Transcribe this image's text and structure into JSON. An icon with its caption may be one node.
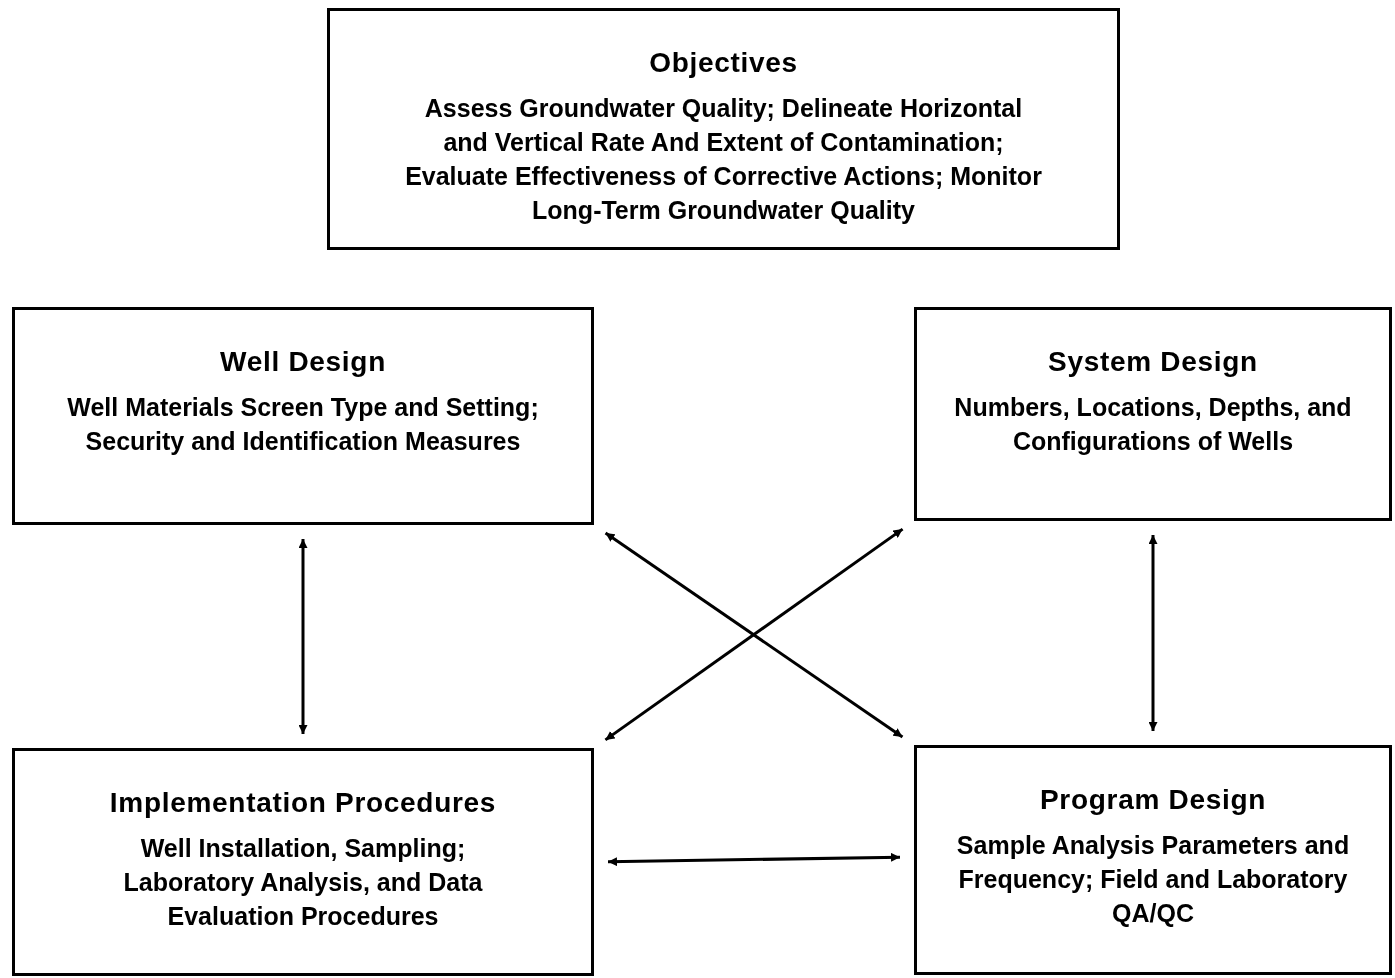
{
  "diagram": {
    "nodes": [
      {
        "text": [
          "Objectives",
          "Assess Groundwater Quality; Delineate Horizontal and Vertical Rate And Extent of Contamination; Evaluate Effectiveness of Corrective Actions; Monitor Long-Term Groundwater Quality"
        ]
      },
      {
        "text": [
          "Well Design",
          "Well Materials Screen Type and Setting; Security and Identification Measures"
        ]
      },
      {
        "text": [
          "System Design",
          "Numbers, Locations, Depths, and Configurations of Wells"
        ]
      },
      {
        "text": [
          "Implementation Procedures",
          "Well Installation, Sampling; Laboratory Analysis, and Data Evaluation Procedures"
        ]
      },
      {
        "text": [
          "Program Design",
          "Sample Analysis Parameters and Frequency; Field and Laboratory QA/QC"
        ]
      }
    ],
    "edges": [
      {
        "from": 1,
        "to": 3,
        "arrow": "both"
      },
      {
        "from": 2,
        "to": 4,
        "arrow": "both"
      },
      {
        "from": 1,
        "to": 4,
        "arrow": "both"
      },
      {
        "from": 3,
        "to": 2,
        "arrow": "both"
      },
      {
        "from": 3,
        "to": 4,
        "arrow": "both"
      }
    ]
  }
}
